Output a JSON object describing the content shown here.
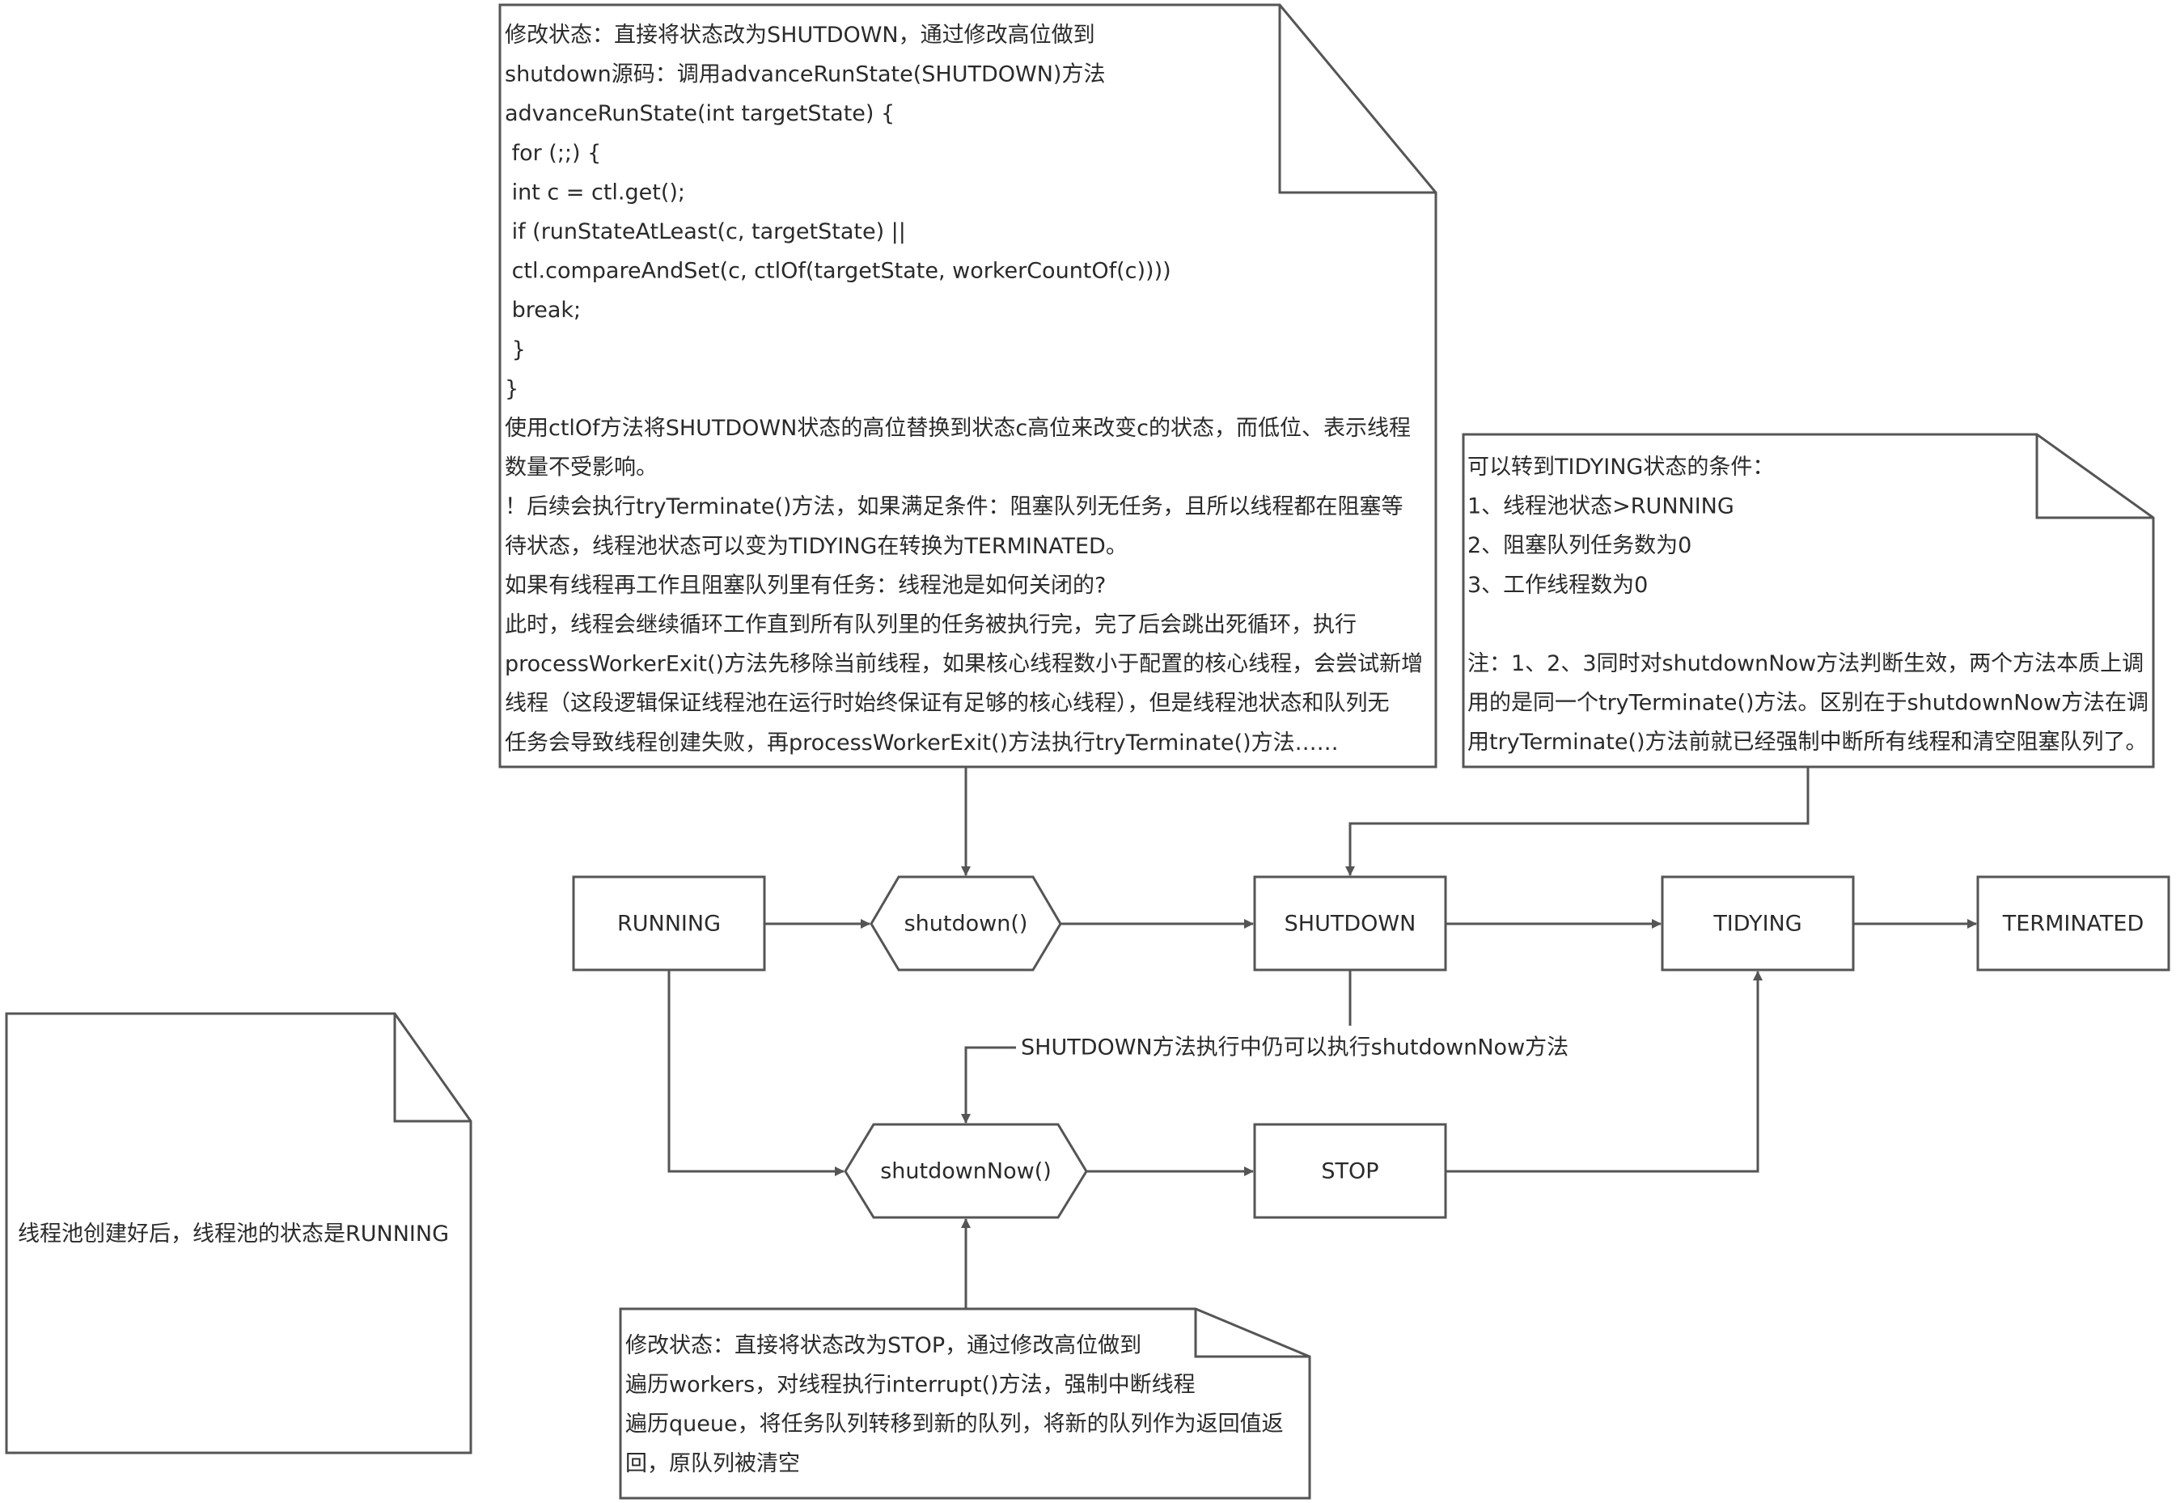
{
  "notes": {
    "shutdown": {
      "lines": [
        "修改状态：直接将状态改为SHUTDOWN，通过修改高位做到",
        "shutdown源码：调用advanceRunState(SHUTDOWN)方法",
        "advanceRunState(int targetState) {",
        "        for (;;) {",
        "            int c = ctl.get();",
        "            if (runStateAtLeast(c, targetState) ||",
        "                ctl.compareAndSet(c, ctlOf(targetState, workerCountOf(c))))",
        "                break;",
        "        }",
        "}",
        "使用ctlOf方法将SHUTDOWN状态的高位替换到状态c高位来改变c的状态，而低位、表示线程",
        "数量不受影响。",
        "！后续会执行tryTerminate()方法，如果满足条件：阻塞队列无任务，且所以线程都在阻塞等",
        "待状态，线程池状态可以变为TIDYING在转换为TERMINATED。",
        "如果有线程再工作且阻塞队列里有任务：线程池是如何关闭的?",
        "此时，线程会继续循环工作直到所有队列里的任务被执行完，完了后会跳出死循环，执行",
        "processWorkerExit()方法先移除当前线程，如果核心线程数小于配置的核心线程，会尝试新增",
        "线程（这段逻辑保证线程池在运行时始终保证有足够的核心线程），但是线程池状态和队列无",
        "任务会导致线程创建失败，再processWorkerExit()方法执行tryTerminate()方法……"
      ]
    },
    "tidying": {
      "lines": [
        "可以转到TIDYING状态的条件：",
        "1、线程池状态>RUNNING",
        "2、阻塞队列任务数为0",
        "3、工作线程数为0",
        "",
        "注：1、2、3同时对shutdownNow方法判断生效，两个方法本质上调",
        "用的是同一个tryTerminate()方法。区别在于shutdownNow方法在调",
        "用tryTerminate()方法前就已经强制中断所有线程和清空阻塞队列了。"
      ]
    },
    "running": {
      "lines": [
        "线程池创建好后，线程池的状态是RUNNING"
      ]
    },
    "stop": {
      "lines": [
        "修改状态：直接将状态改为STOP，通过修改高位做到",
        "遍历workers，对线程执行interrupt()方法，强制中断线程",
        "遍历queue，将任务队列转移到新的队列，将新的队列作为返回值返",
        "回，原队列被清空"
      ]
    }
  },
  "nodes": {
    "running": "RUNNING",
    "shutdown_method": "shutdown()",
    "shutdown_state": "SHUTDOWN",
    "tidying": "TIDYING",
    "terminated": "TERMINATED",
    "shutdownnow_method": "shutdownNow()",
    "stop": "STOP"
  },
  "edge_labels": {
    "shutdown_to_shutdownnow": "SHUTDOWN方法执行中仍可以执行shutdownNow方法"
  },
  "colors": {
    "stroke": "#555555",
    "text": "#2a2a2a",
    "background": "#ffffff"
  }
}
